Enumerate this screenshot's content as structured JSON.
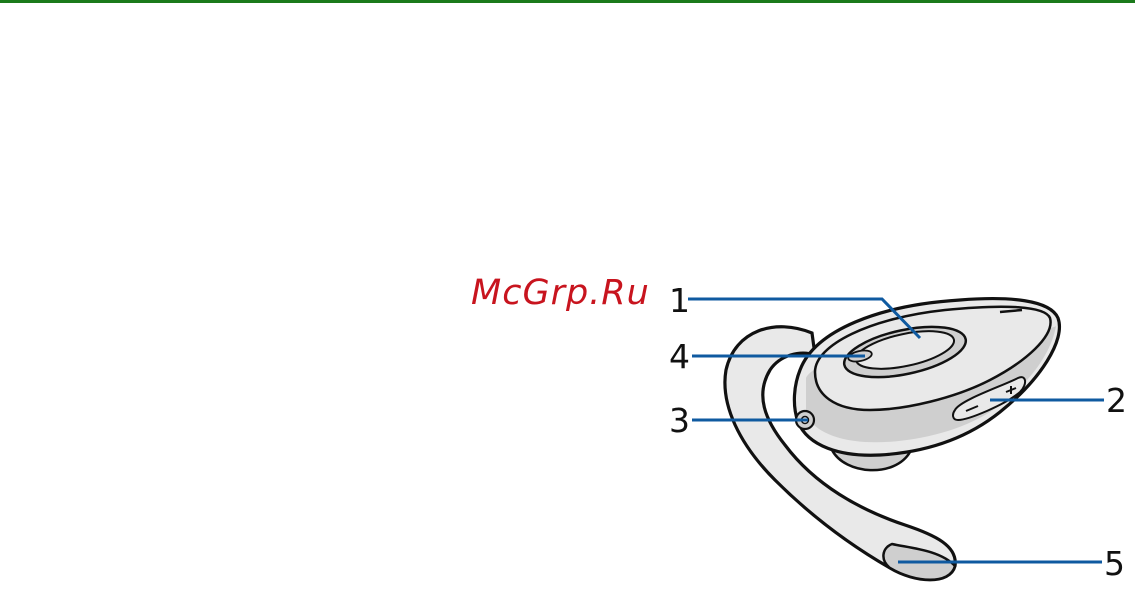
{
  "page": {
    "watermark": "McGrp.Ru",
    "colors": {
      "top_rule": "#1b7a1b",
      "watermark": "#c8141e",
      "leader": "#0f5aa0",
      "outline": "#111111",
      "shade_light": "#e9e9e9",
      "shade_mid": "#cfcfcf",
      "label": "#111111"
    }
  },
  "diagram": {
    "callouts": [
      {
        "id": "1",
        "label": "1"
      },
      {
        "id": "2",
        "label": "2"
      },
      {
        "id": "3",
        "label": "3"
      },
      {
        "id": "4",
        "label": "4"
      },
      {
        "id": "5",
        "label": "5"
      }
    ]
  }
}
